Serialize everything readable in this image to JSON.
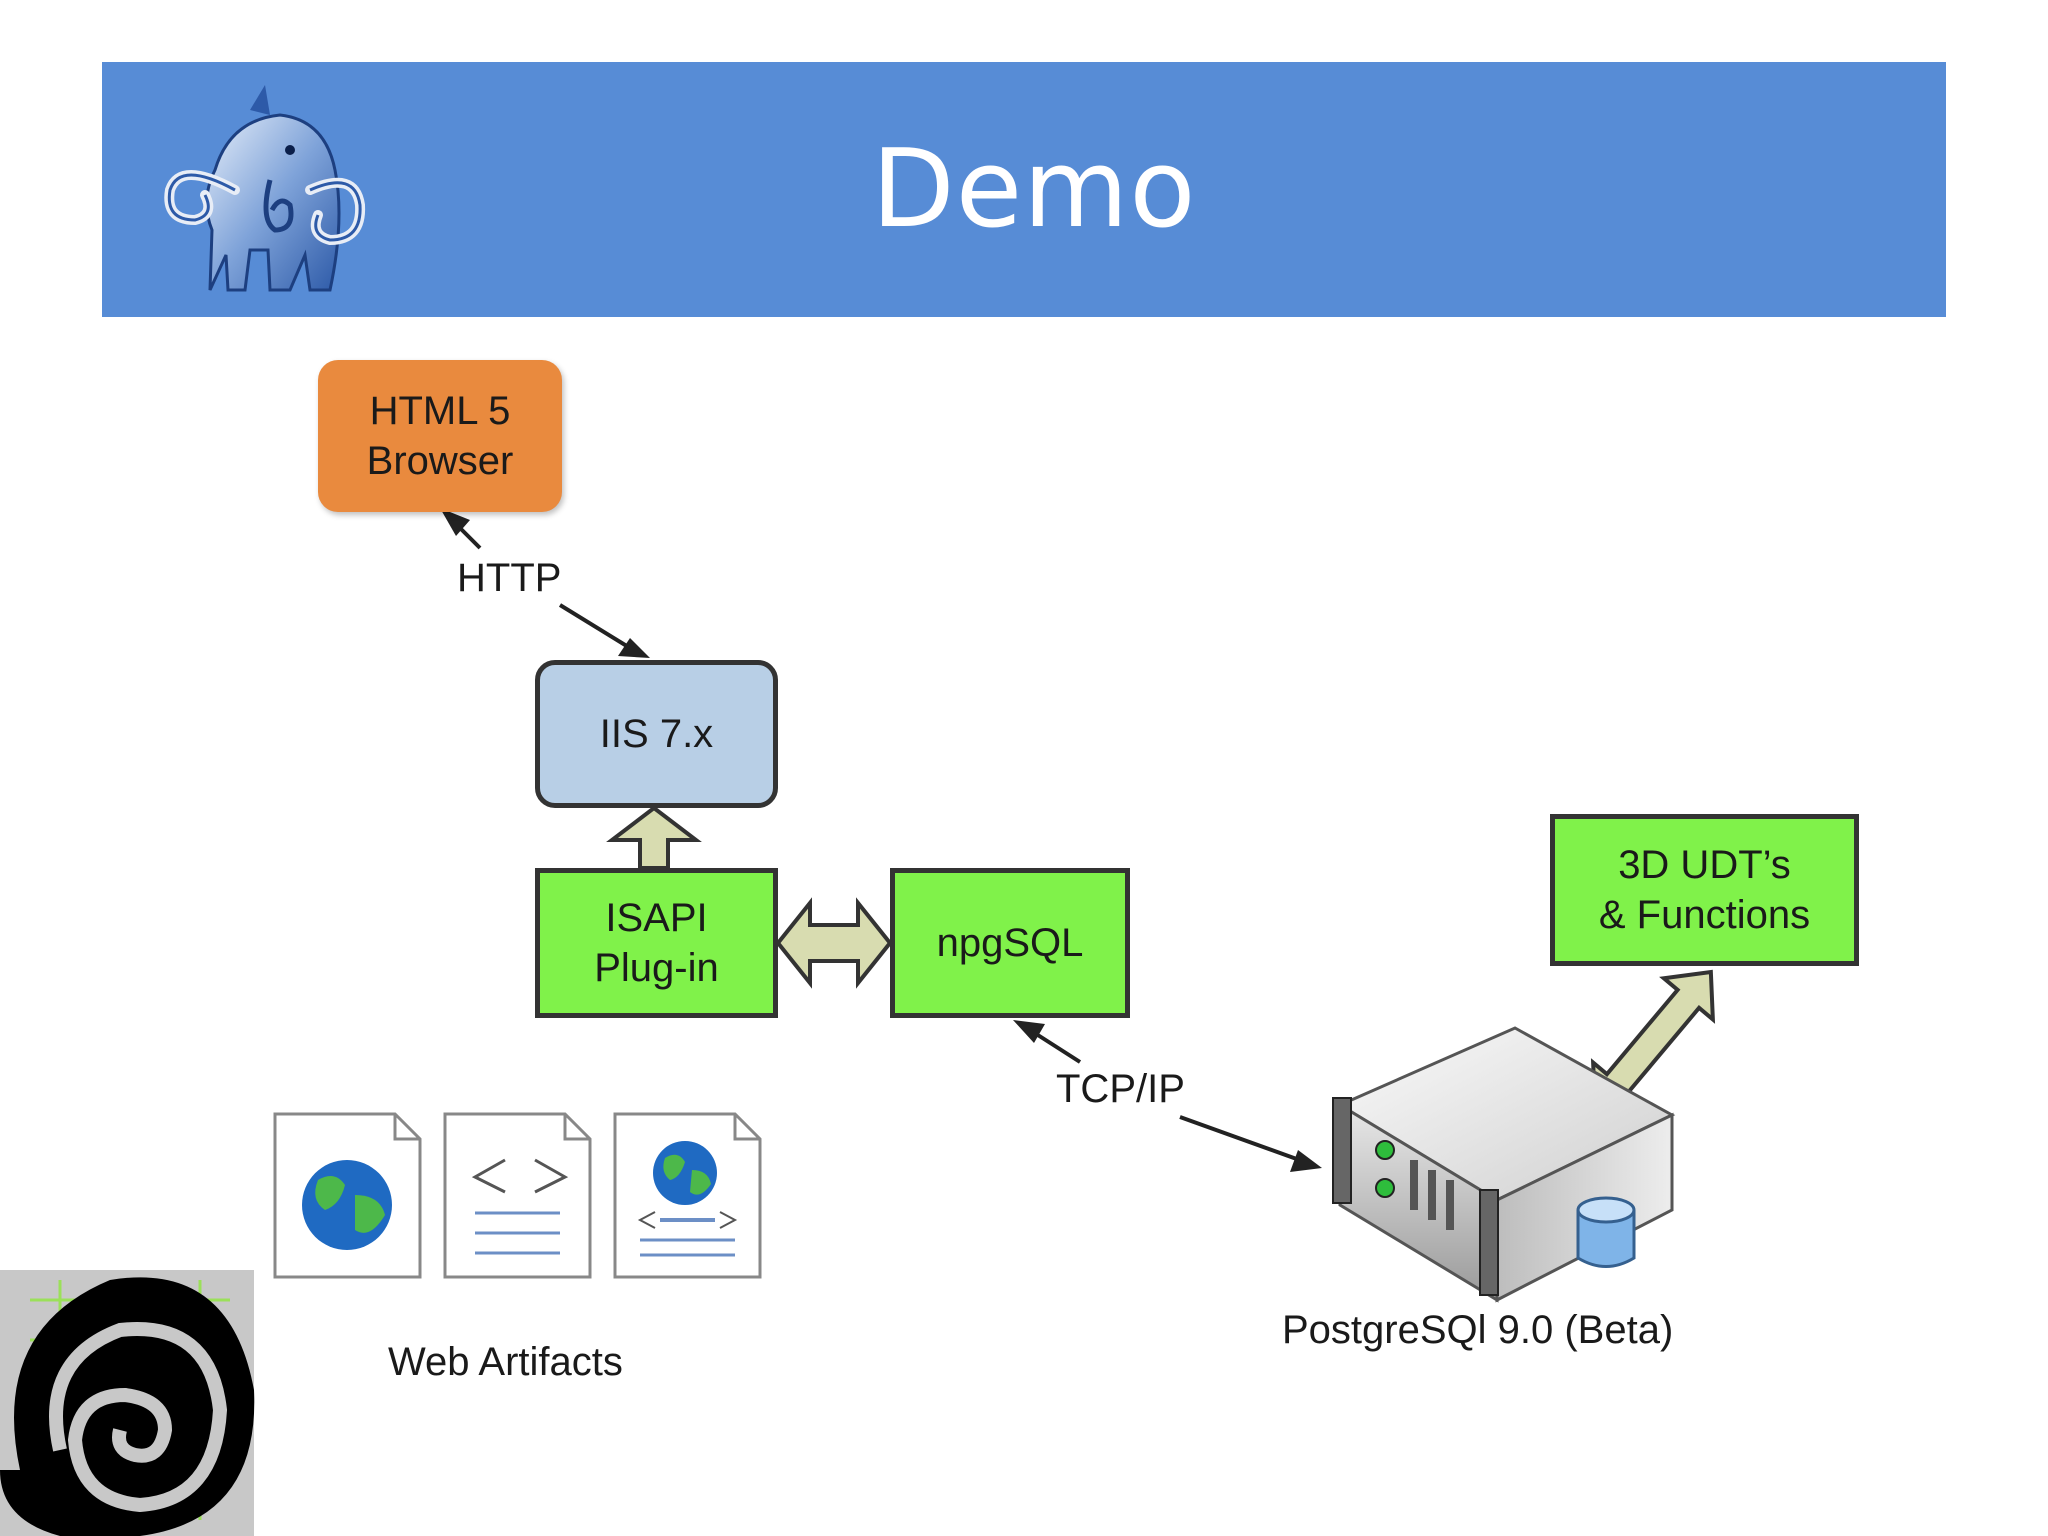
{
  "header": {
    "title": "Demo",
    "bar_color": "#578cd6",
    "logo_icon": "mammoth-logo-icon"
  },
  "nodes": {
    "browser": "HTML 5\nBrowser",
    "iis": "IIS 7.x",
    "isapi": "ISAPI\nPlug-in",
    "npgsql": "npgSQL",
    "udt": "3D  UDT’s\n& Functions",
    "postgres": "PostgreSQl 9.0 (Beta)",
    "web_artifacts": "Web Artifacts"
  },
  "edges": {
    "http": "HTTP",
    "tcpip": "TCP/IP"
  },
  "colors": {
    "browser": "#e98a3e",
    "iis": "#b8cfe6",
    "green": "#80f24a",
    "arrow_fill": "#d8dcb0"
  },
  "icons": [
    "globe-document-icon",
    "code-document-icon",
    "web-page-document-icon",
    "server-icon",
    "database-cylinder-icon",
    "spiral-logo-icon"
  ]
}
